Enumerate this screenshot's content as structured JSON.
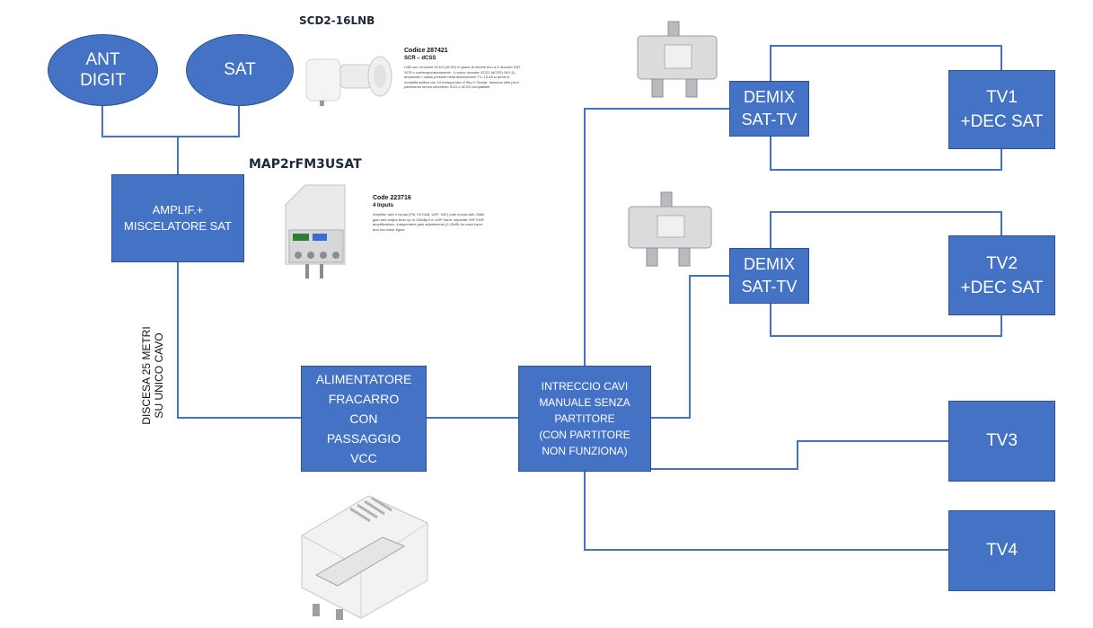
{
  "nodes": {
    "ant_digit": "ANT\nDIGIT",
    "sat": "SAT",
    "amplifier": "AMPLIF.+\nMISCELATORE SAT",
    "power_supply": "ALIMENTATORE\nFRACARRO\nCON\nPASSAGGIO\nVCC",
    "cable_junction": "INTRECCIO CAVI\nMANUALE SENZA\nPARTITORE\n(CON PARTITORE\nNON FUNZIONA)",
    "demix_1": "DEMIX\nSAT-TV",
    "demix_2": "DEMIX\nSAT-TV",
    "tv1": "TV1\n+DEC SAT",
    "tv2": "TV2\n+DEC SAT",
    "tv3": "TV3",
    "tv4": "TV4"
  },
  "cable_label": "DISCESA 25 METRI\nSU UNICO CAVO",
  "lnb": {
    "model": "SCD2-16LNB",
    "code": "Codice 287421",
    "subtitle": "SCR – dCSS",
    "description": "LNB con un'uscita SCD2 (dCSS) in grado di servire fino a 4 decoder SAT SCR o contemporaneamente. 1 nuovo decoder SCD2 (dCSS) SKY-Q, ampliando i canali presenti nella distribuzione TV. 13-48 si arma in modalità statica con 24 transponder di Sky e Tivusat, funzione utile per il partimento senza strumento SCD o dCSS compatibile."
  },
  "amplifier_product": {
    "model": "MAP2rFM3USAT",
    "code": "Code 223716",
    "subtitle": "4 Inputs",
    "description": "Amplifier with 4 inputs (FM, III+DAB, UHF, SAT) pole mount with 25dB gain and output level up to 116dBµV in UHF band, separate VHF/UHF amplifications, independent gain adjustments (0-15dB) for each input and low noise figure"
  },
  "colors": {
    "box_fill": "#4472c4",
    "box_border": "#2f528f",
    "wire": "#4472c4",
    "text": "#ffffff"
  }
}
